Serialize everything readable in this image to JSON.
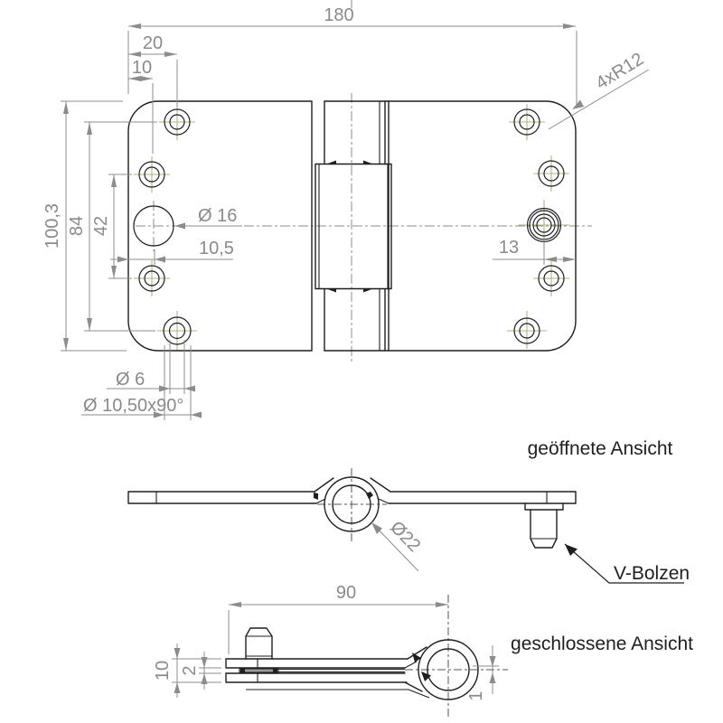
{
  "drawing": {
    "type": "technical-drawing",
    "part": "hinge",
    "colors": {
      "background": "#ffffff",
      "outline": "#1f1f1f",
      "dimension": "#8c8c8c",
      "dimension_text": "#8a8a8a",
      "hole_crosshair": "#b3b382",
      "label_text": "#1f1f1f"
    },
    "top_view": {
      "dims": {
        "overall_width": "180",
        "hole_offset_20": "20",
        "hole_offset_10": "10",
        "overall_height": "100,3",
        "hole_span_84": "84",
        "hole_span_42": "42",
        "dia_16": "Ø 16",
        "edge_dist_10_5": "10,5",
        "edge_dist_13": "13",
        "corner_radius": "4xR12",
        "dia_6": "Ø 6",
        "countersink": "Ø 10,50x90°"
      }
    },
    "opened_view": {
      "title": "geöffnete Ansicht",
      "dia_22": "Ø22",
      "pin_label": "V-Bolzen"
    },
    "closed_view": {
      "title": "geschlossene Ansicht",
      "dims": {
        "length_90": "90",
        "height_10": "10",
        "gap_2": "2",
        "offset_1": "1"
      }
    }
  }
}
